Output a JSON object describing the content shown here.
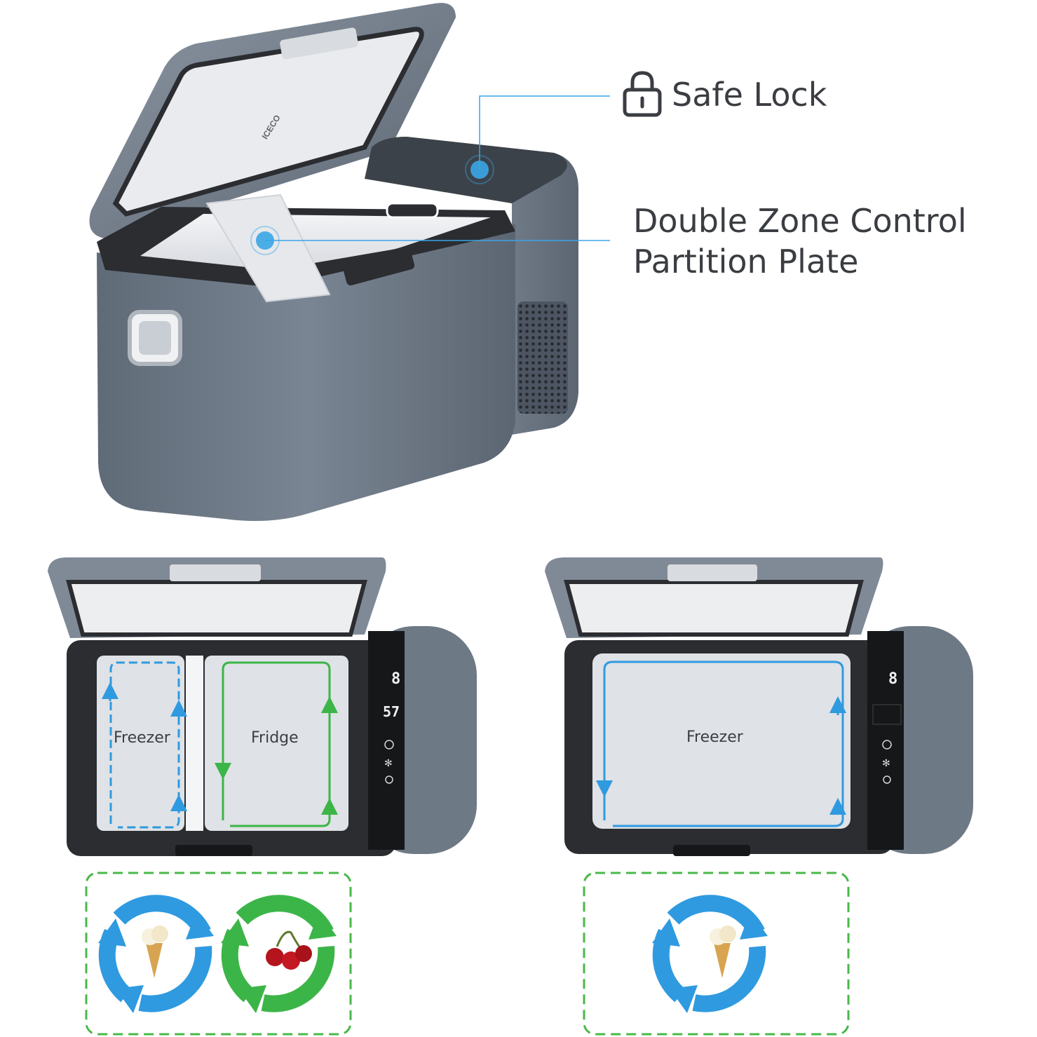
{
  "callouts": {
    "safe_lock": "Safe Lock",
    "partition_line1": "Double Zone Control",
    "partition_line2": "Partition Plate"
  },
  "brand": {
    "lid_logo": "ICECO"
  },
  "dual_zone_view": {
    "left_zone_label": "Freezer",
    "right_zone_label": "Fridge",
    "display_top": "8",
    "display_bottom": "57"
  },
  "single_zone_view": {
    "zone_label": "Freezer",
    "display_top": "8"
  },
  "colors": {
    "body_gray": "#6c7784",
    "lid_gray": "#7d8794",
    "frame_dark": "#2b2d31",
    "callout_blue": "#3aa6e6",
    "freezer_blue": "#2f9ae0",
    "fridge_green": "#3cb548",
    "dashed_green": "#49b84a",
    "text_dark": "#3a3d42"
  },
  "icons": [
    "lock-icon",
    "recycle-blue-icon",
    "recycle-green-icon",
    "ice-cream-icon",
    "cherries-icon"
  ]
}
